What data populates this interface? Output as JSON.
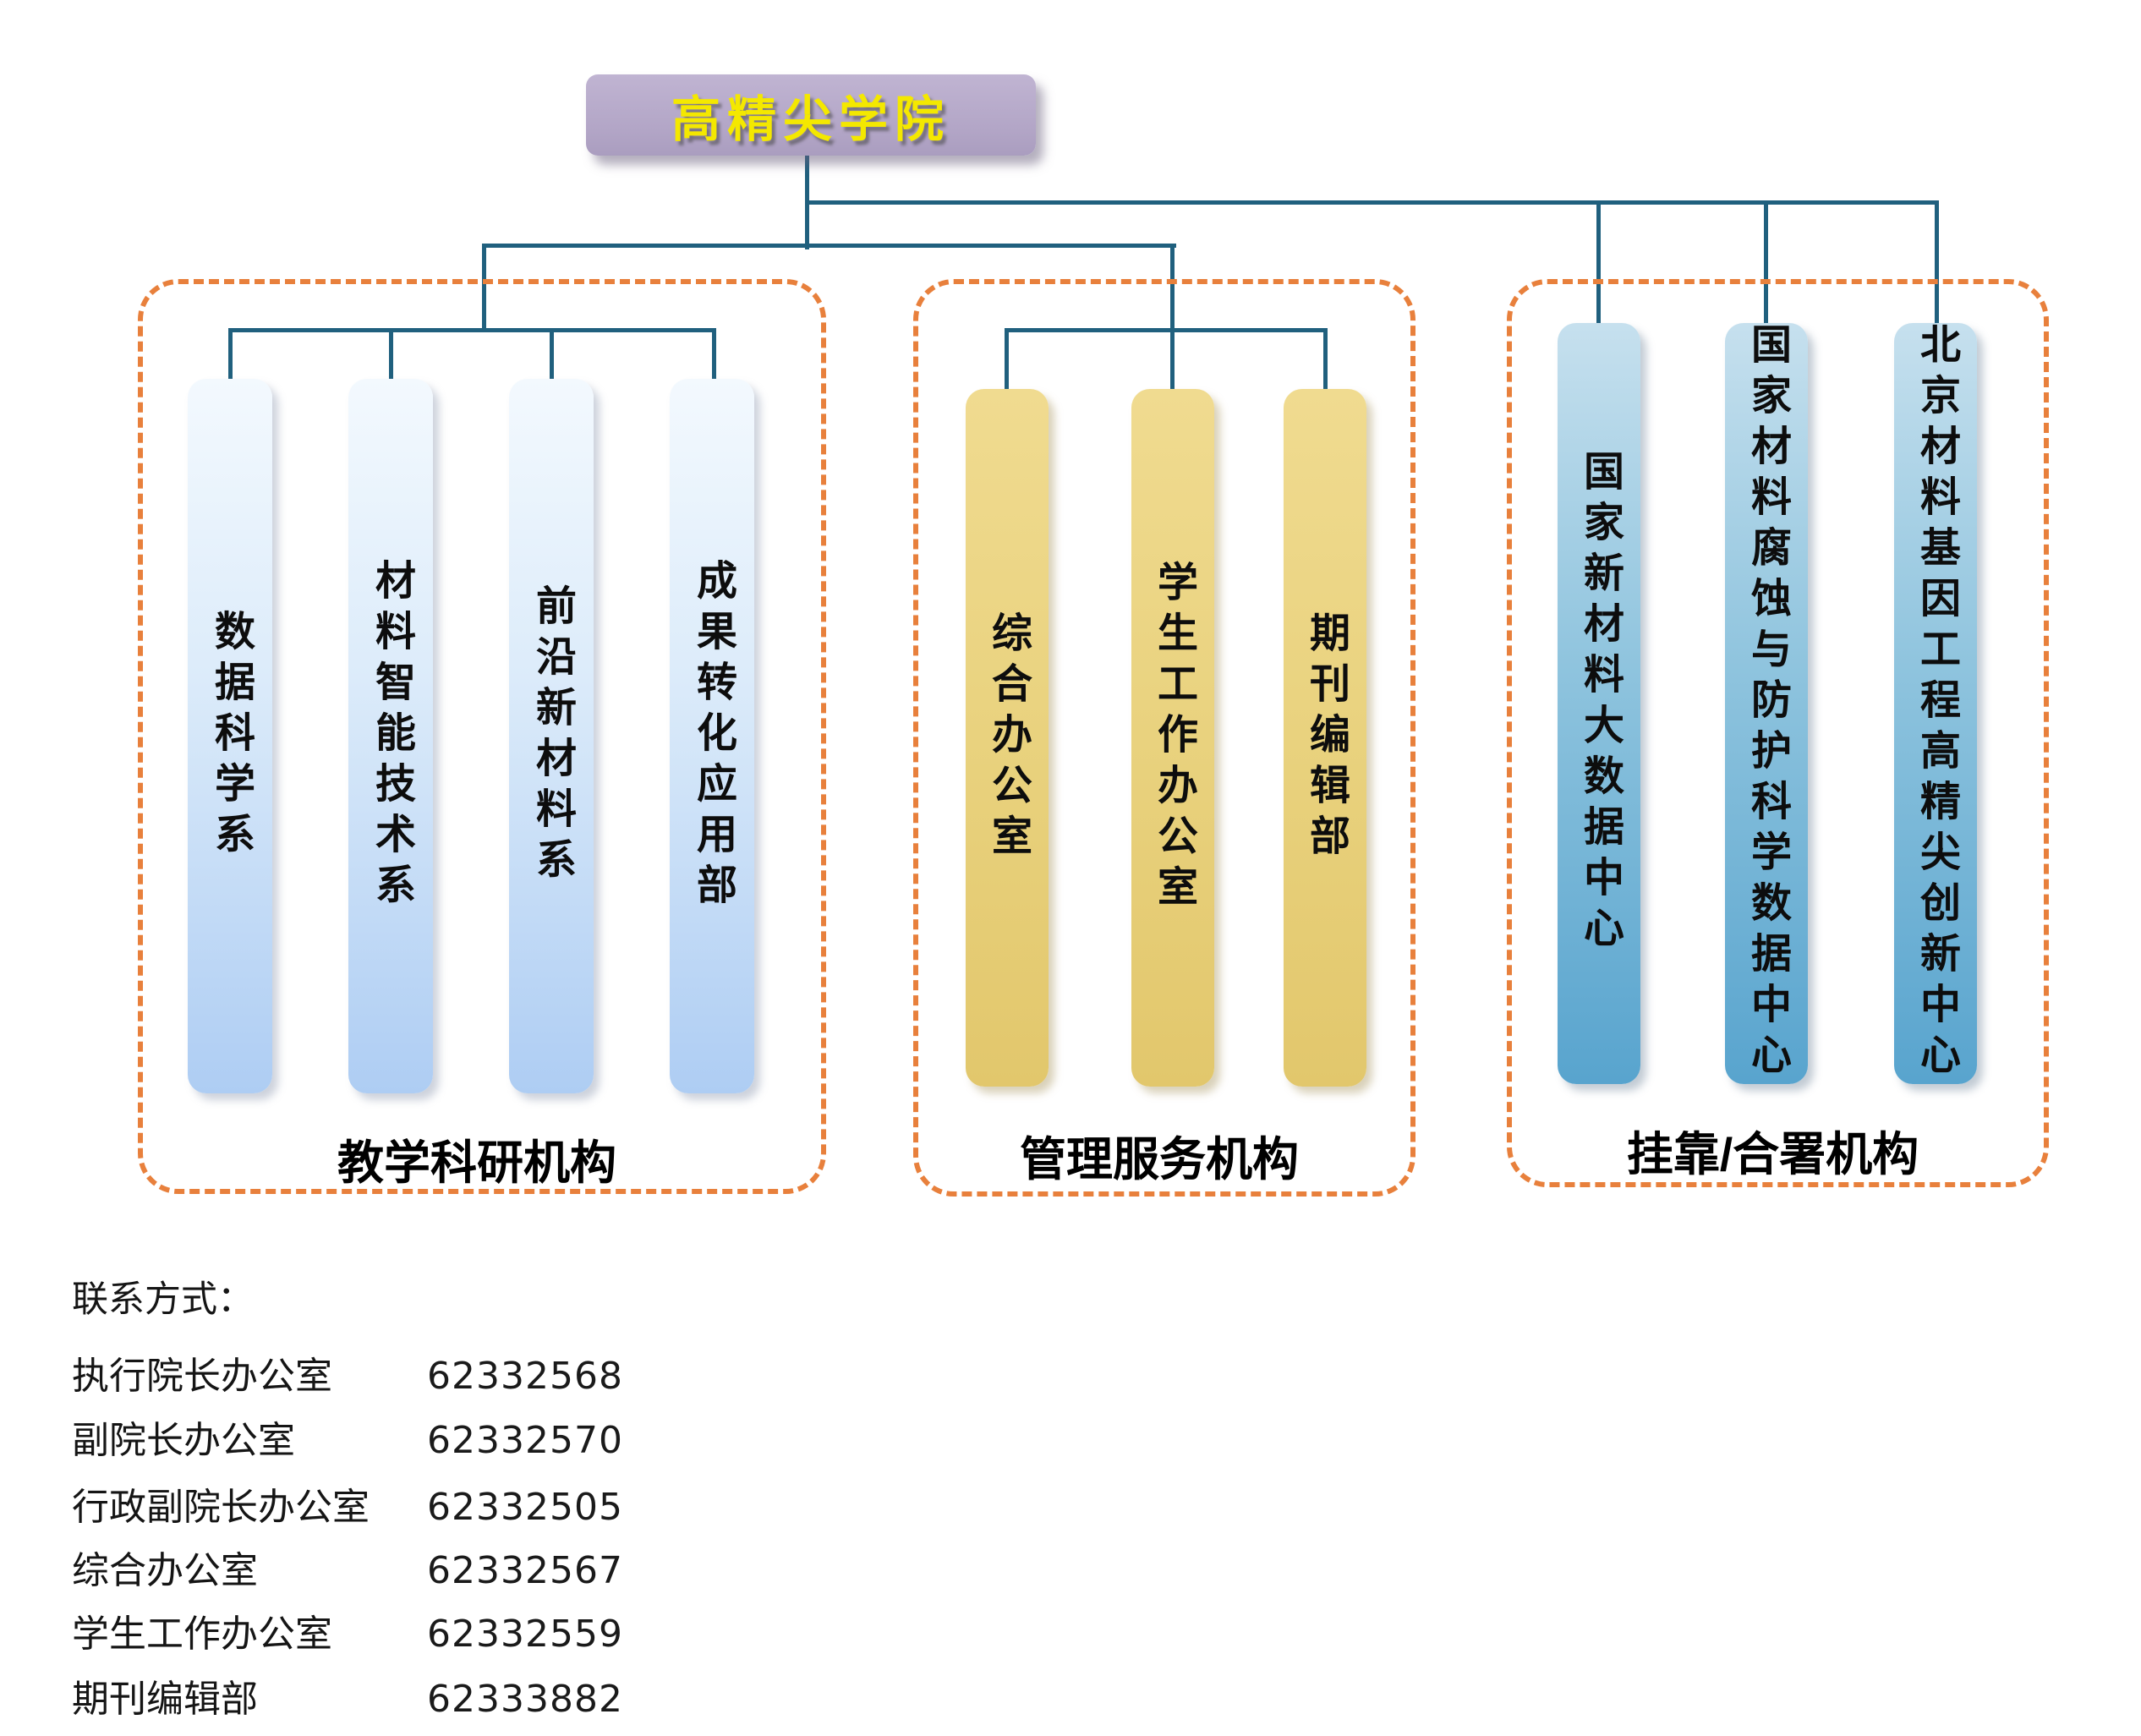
{
  "root": {
    "label": "高精尖学院"
  },
  "groups": [
    {
      "label": "教学科研机构",
      "theme_top": "#f3f9fe",
      "theme_bottom": "#aecdf3",
      "items": [
        "数据科学系",
        "材料智能技术系",
        "前沿新材料系",
        "成果转化应用部"
      ]
    },
    {
      "label": "管理服务机构",
      "theme_top": "#f0db90",
      "theme_bottom": "#e2c76c",
      "items": [
        "综合办公室",
        "学生工作办公室",
        "期刊编辑部"
      ]
    },
    {
      "label": "挂靠/合署机构",
      "theme_top": "#c6e0ee",
      "theme_bottom": "#58a4ce",
      "items": [
        "国家新材料大数据中心",
        "国家材料腐蚀与防护科学数据中心",
        "北京材料基因工程高精尖创新中心"
      ]
    }
  ],
  "contact": {
    "title": "联系方式：",
    "rows": [
      {
        "name": "执行院长办公室",
        "phone": "62332568"
      },
      {
        "name": "副院长办公室",
        "phone": "62332570"
      },
      {
        "name": "行政副院长办公室",
        "phone": "62332505"
      },
      {
        "name": "综合办公室",
        "phone": "62332567"
      },
      {
        "name": "学生工作办公室",
        "phone": "62332559"
      },
      {
        "name": "期刊编辑部",
        "phone": "62333882"
      }
    ]
  },
  "colors": {
    "root_box": "#b2a5c6",
    "root_text": "#f4e800",
    "connector": "#20607e",
    "group_border": "#e8803c",
    "bar_text": "#0d0d0d"
  }
}
